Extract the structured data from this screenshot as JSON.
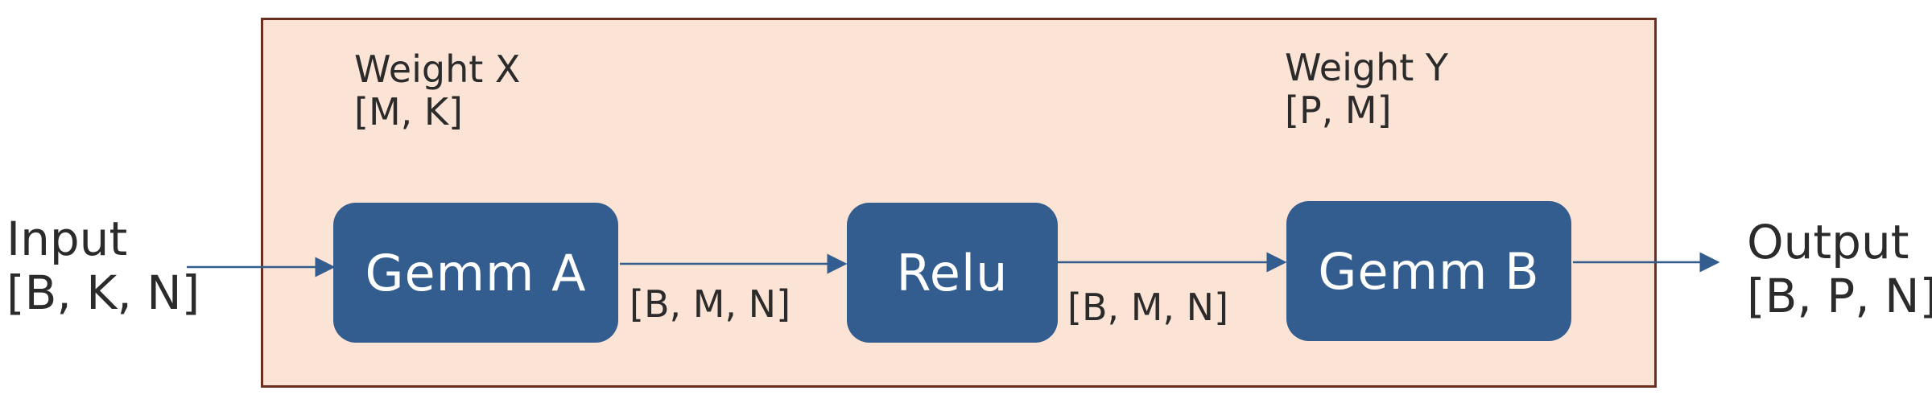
{
  "input": {
    "line1": "Input",
    "line2": "[B, K, N]"
  },
  "output": {
    "line1": "Output",
    "line2": "[B, P, N]"
  },
  "weights": {
    "x": {
      "line1": "Weight X",
      "line2": "[M, K]"
    },
    "y": {
      "line1": "Weight Y",
      "line2": "[P, M]"
    }
  },
  "nodes": {
    "gemm_a": "Gemm A",
    "relu": "Relu",
    "gemm_b": "Gemm B"
  },
  "edges": {
    "gemm_a_to_relu": "[B, M, N]",
    "relu_to_gemm_b": "[B, M, N]"
  },
  "colors": {
    "container_fill": "#fbe4d5",
    "container_border": "#6b2e1f",
    "node_fill": "#335d8e",
    "arrow": "#335d8e"
  }
}
